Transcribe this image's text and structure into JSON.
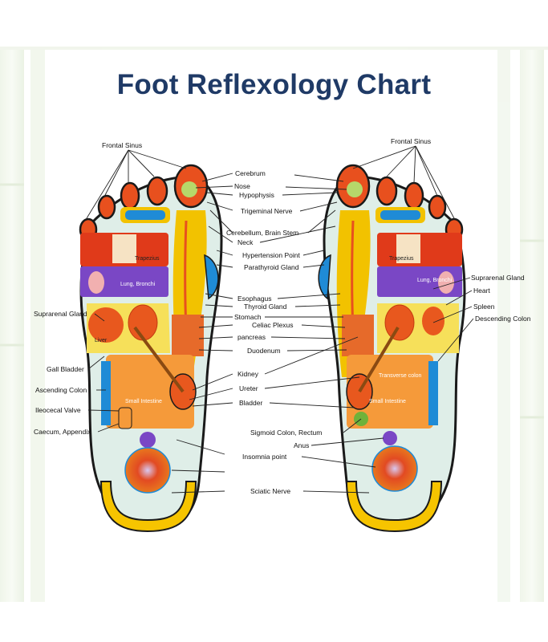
{
  "title": "Foot Reflexology Chart",
  "labels": {
    "frontal_sinus_left": "Frontal Sinus",
    "frontal_sinus_right": "Frontal Sinus",
    "cerebrum": "Cerebrum",
    "nose": "Nose",
    "hypophysis": "Hypophysis",
    "trigeminal_nerve": "Trigeminal Nerve",
    "cerebellum_brain_stem": "Cerebellum, Brain Stem",
    "neck": "Neck",
    "hypertension_point": "Hypertension Point",
    "parathyroid_gland": "Parathyroid Gland",
    "esophagus": "Esophagus",
    "thyroid_gland": "Thyroid Gland",
    "stomach": "Stomach",
    "celiac_plexus": "Celiac Plexus",
    "pancreas": "pancreas",
    "duodenum": "Duodenum",
    "kidney": "Kidney",
    "ureter": "Ureter",
    "bladder": "Bladder",
    "sigmoid_colon_rectum": "Sigmoid Colon, Rectum",
    "anus": "Anus",
    "insomnia_point": "Insomnia point",
    "sciatic_nerve": "Sciatic Nerve",
    "suprarenal_gland_left": "Suprarenal Gland",
    "gall_bladder": "Gall Bladder",
    "ascending_colon": "Ascending Colon",
    "ileocecal_valve": "Ileocecal Valve",
    "caecum_appendix": "Caecum, Appendix",
    "suprarenal_gland_right": "Suprarenal Gland",
    "heart": "Heart",
    "spleen": "Spleen",
    "descending_colon": "Descending Colon"
  },
  "foot_labels": {
    "trapezius_left": "Trapezius",
    "trapezius_right": "Trapezius",
    "lung_bronchi_left": "Lung, Bronchi",
    "lung_bronchi_right": "Lung, Bronchi",
    "small_intestine_left": "Small Intestine",
    "small_intestine_right": "Small Intestine",
    "transverse_colon_right": "Transverse colon",
    "liver_left": "Liver"
  },
  "colors": {
    "title": "#1f3a66",
    "foot_outline": "#1a1a1a",
    "toe": "#e8501e",
    "toe_ring": "#f5c200",
    "sinus_blue": "#1f8bd6",
    "trapezius_red": "#e03a1a",
    "lung_purple": "#7a47c5",
    "spine_yellow": "#f2c200",
    "intestine_orange": "#f59a3a",
    "heel_yellow": "#f6c400",
    "bladder_green": "#6fb23a",
    "insomnia_red": "#e8481e"
  }
}
